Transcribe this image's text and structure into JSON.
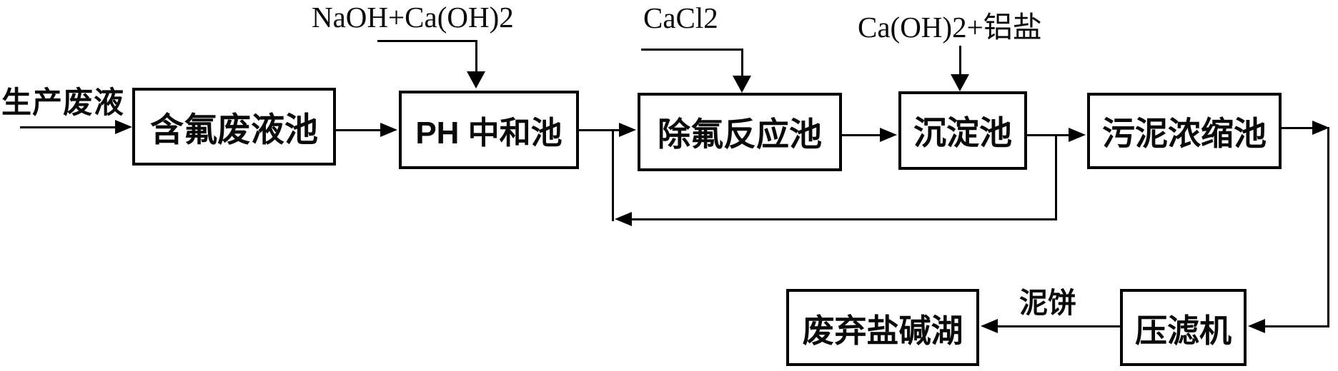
{
  "diagram": {
    "input_label": "生产废液",
    "reagents": {
      "naoh_caoh2": "NaOH+Ca(OH)2",
      "cacl2": "CaCl2",
      "caoh2_aluminum_salt": "Ca(OH)2+铝盐"
    },
    "nodes": {
      "fluoride_waste_pool": "含氟废液池",
      "ph_neutralization_pool": "PH 中和池",
      "defluorination_reaction_pool": "除氟反应池",
      "sedimentation_pool": "沉淀池",
      "sludge_thickening_pool": "污泥浓缩池",
      "abandoned_salt_alkali_lake": "废弃盐碱湖",
      "filter_press": "压滤机"
    },
    "flow_labels": {
      "mud_cake": "泥饼"
    },
    "colors": {
      "line": "#000000",
      "text": "#000000",
      "background": "#ffffff"
    }
  }
}
